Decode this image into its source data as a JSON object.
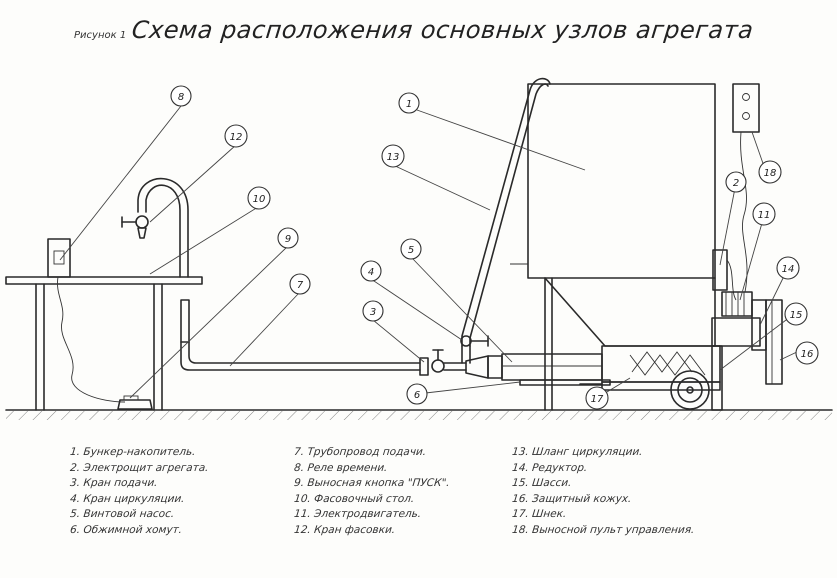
{
  "figure": {
    "caption_prefix": "Рисунок 1",
    "title": "Схема расположения основных узлов агрегата"
  },
  "callouts": [
    "1",
    "2",
    "3",
    "4",
    "5",
    "6",
    "7",
    "8",
    "9",
    "10",
    "11",
    "12",
    "13",
    "14",
    "15",
    "16",
    "17",
    "18"
  ],
  "legend": {
    "col1": [
      "1. Бункер-накопитель.",
      "2. Электрощит агрегата.",
      "3. Кран подачи.",
      "4. Кран циркуляции.",
      "5. Винтовой насос.",
      "6. Обжимной хомут."
    ],
    "col2": [
      "7. Трубопровод подачи.",
      "8. Реле времени.",
      "9. Выносная кнопка \"ПУСК\".",
      "10. Фасовочный стол.",
      "11. Электродвигатель.",
      "12. Кран фасовки."
    ],
    "col3": [
      "13. Шланг циркуляции.",
      "14. Редуктор.",
      "15. Шасси.",
      "16. Защитный кожух.",
      "17. Шнек.",
      "18. Выносной пульт управления."
    ]
  }
}
